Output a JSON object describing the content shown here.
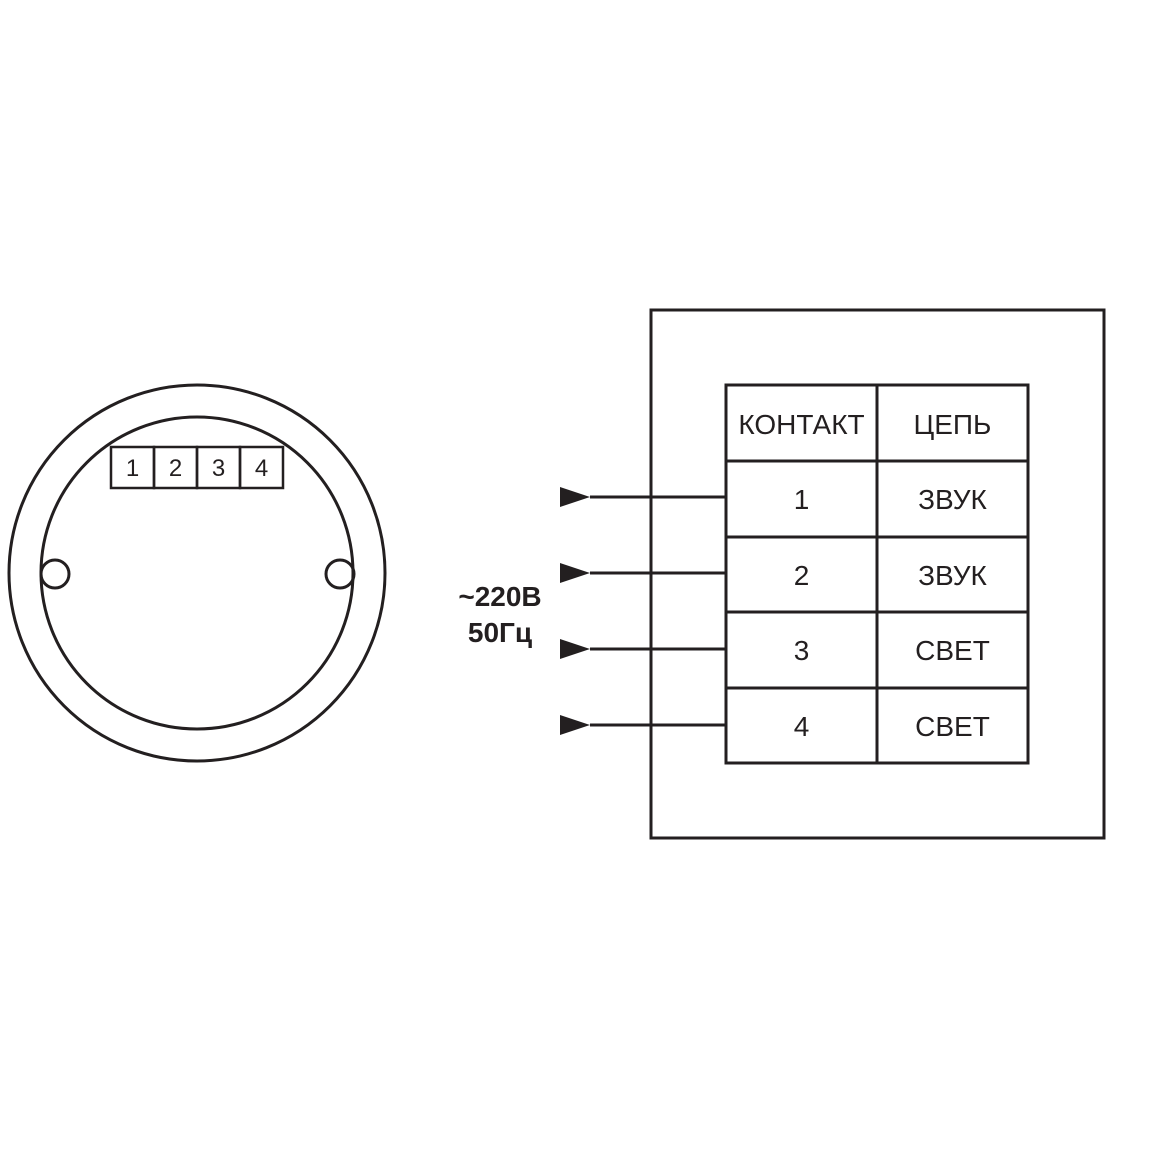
{
  "terminal_block": {
    "labels": [
      "1",
      "2",
      "3",
      "4"
    ]
  },
  "supply": {
    "voltage": "~220В",
    "frequency": "50Гц"
  },
  "table": {
    "headers": {
      "contact": "КОНТАКТ",
      "circuit": "ЦЕПЬ"
    },
    "rows": [
      {
        "contact": "1",
        "circuit": "ЗВУК"
      },
      {
        "contact": "2",
        "circuit": "ЗВУК"
      },
      {
        "contact": "3",
        "circuit": "СВЕТ"
      },
      {
        "contact": "4",
        "circuit": "СВЕТ"
      }
    ]
  },
  "colors": {
    "line": "#231f20",
    "background": "#ffffff"
  }
}
